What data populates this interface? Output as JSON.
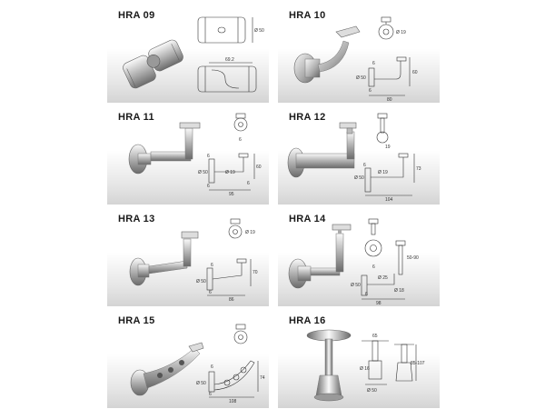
{
  "catalog": {
    "items": [
      {
        "code": "HRA 09",
        "dims": [
          "Ø 50",
          "69.2"
        ]
      },
      {
        "code": "HRA 10",
        "dims": [
          "Ø 19",
          "Ø 50",
          "6",
          "6",
          "60",
          "80"
        ]
      },
      {
        "code": "HRA 11",
        "dims": [
          "6",
          "Ø 50",
          "6",
          "Ø 19",
          "60",
          "6",
          "95"
        ]
      },
      {
        "code": "HRA 12",
        "dims": [
          "19",
          "Ø 50",
          "Ø 19",
          "73",
          "6",
          "104"
        ]
      },
      {
        "code": "HRA 13",
        "dims": [
          "Ø 19",
          "6",
          "Ø 50",
          "70",
          "6",
          "86"
        ]
      },
      {
        "code": "HRA 14",
        "dims": [
          "6",
          "Ø 50",
          "Ø 25",
          "50-90",
          "Ø 18",
          "6",
          "98"
        ]
      },
      {
        "code": "HRA 15",
        "dims": [
          "6",
          "Ø 50",
          "74",
          "6",
          "108"
        ]
      },
      {
        "code": "HRA 16",
        "dims": [
          "65",
          "Ø 16",
          "85-107",
          "Ø 50"
        ]
      }
    ]
  },
  "colors": {
    "metal_light": "#f2f2f2",
    "metal_dark": "#7a7a7a",
    "line": "#333333"
  }
}
